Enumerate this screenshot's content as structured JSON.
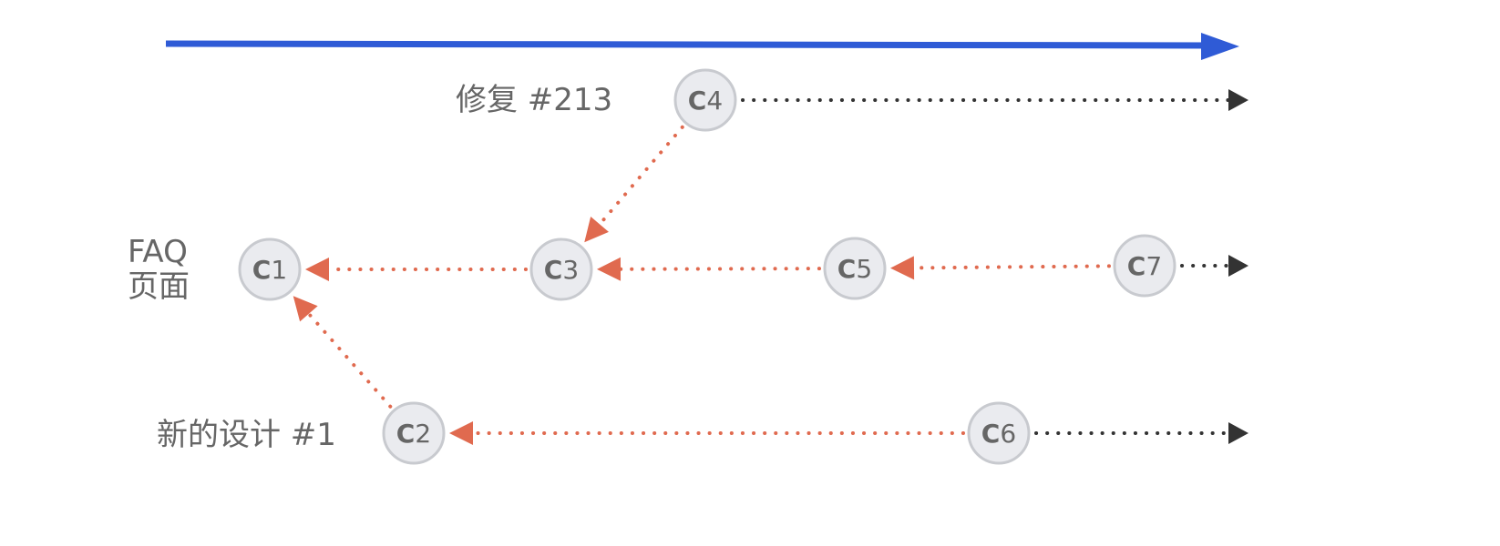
{
  "colors": {
    "timeline": "#2f5bd6",
    "parent_link": "#e06a4f",
    "branch_continuation": "#333333",
    "node_fill": "#eaebef",
    "node_stroke": "#c8cacf",
    "node_letter": "#666666",
    "node_number": "#666666",
    "label_text": "#666666"
  },
  "branches": {
    "hotfix": {
      "label": "修复 #213"
    },
    "faq": {
      "label_line1": "FAQ",
      "label_line2": "页面"
    },
    "design": {
      "label": "新的设计 #1"
    }
  },
  "commits": [
    {
      "id": "c1",
      "letter": "C",
      "number": "1"
    },
    {
      "id": "c2",
      "letter": "C",
      "number": "2"
    },
    {
      "id": "c3",
      "letter": "C",
      "number": "3"
    },
    {
      "id": "c4",
      "letter": "C",
      "number": "4"
    },
    {
      "id": "c5",
      "letter": "C",
      "number": "5"
    },
    {
      "id": "c6",
      "letter": "C",
      "number": "6"
    },
    {
      "id": "c7",
      "letter": "C",
      "number": "7"
    }
  ],
  "edges": [
    {
      "from": "c4",
      "to": "c3",
      "kind": "parent"
    },
    {
      "from": "c3",
      "to": "c1",
      "kind": "parent"
    },
    {
      "from": "c5",
      "to": "c3",
      "kind": "parent"
    },
    {
      "from": "c7",
      "to": "c5",
      "kind": "parent"
    },
    {
      "from": "c2",
      "to": "c1",
      "kind": "parent"
    },
    {
      "from": "c6",
      "to": "c2",
      "kind": "parent"
    },
    {
      "from": "c4",
      "to": "end",
      "kind": "continuation"
    },
    {
      "from": "c7",
      "to": "end",
      "kind": "continuation"
    },
    {
      "from": "c6",
      "to": "end",
      "kind": "continuation"
    }
  ]
}
